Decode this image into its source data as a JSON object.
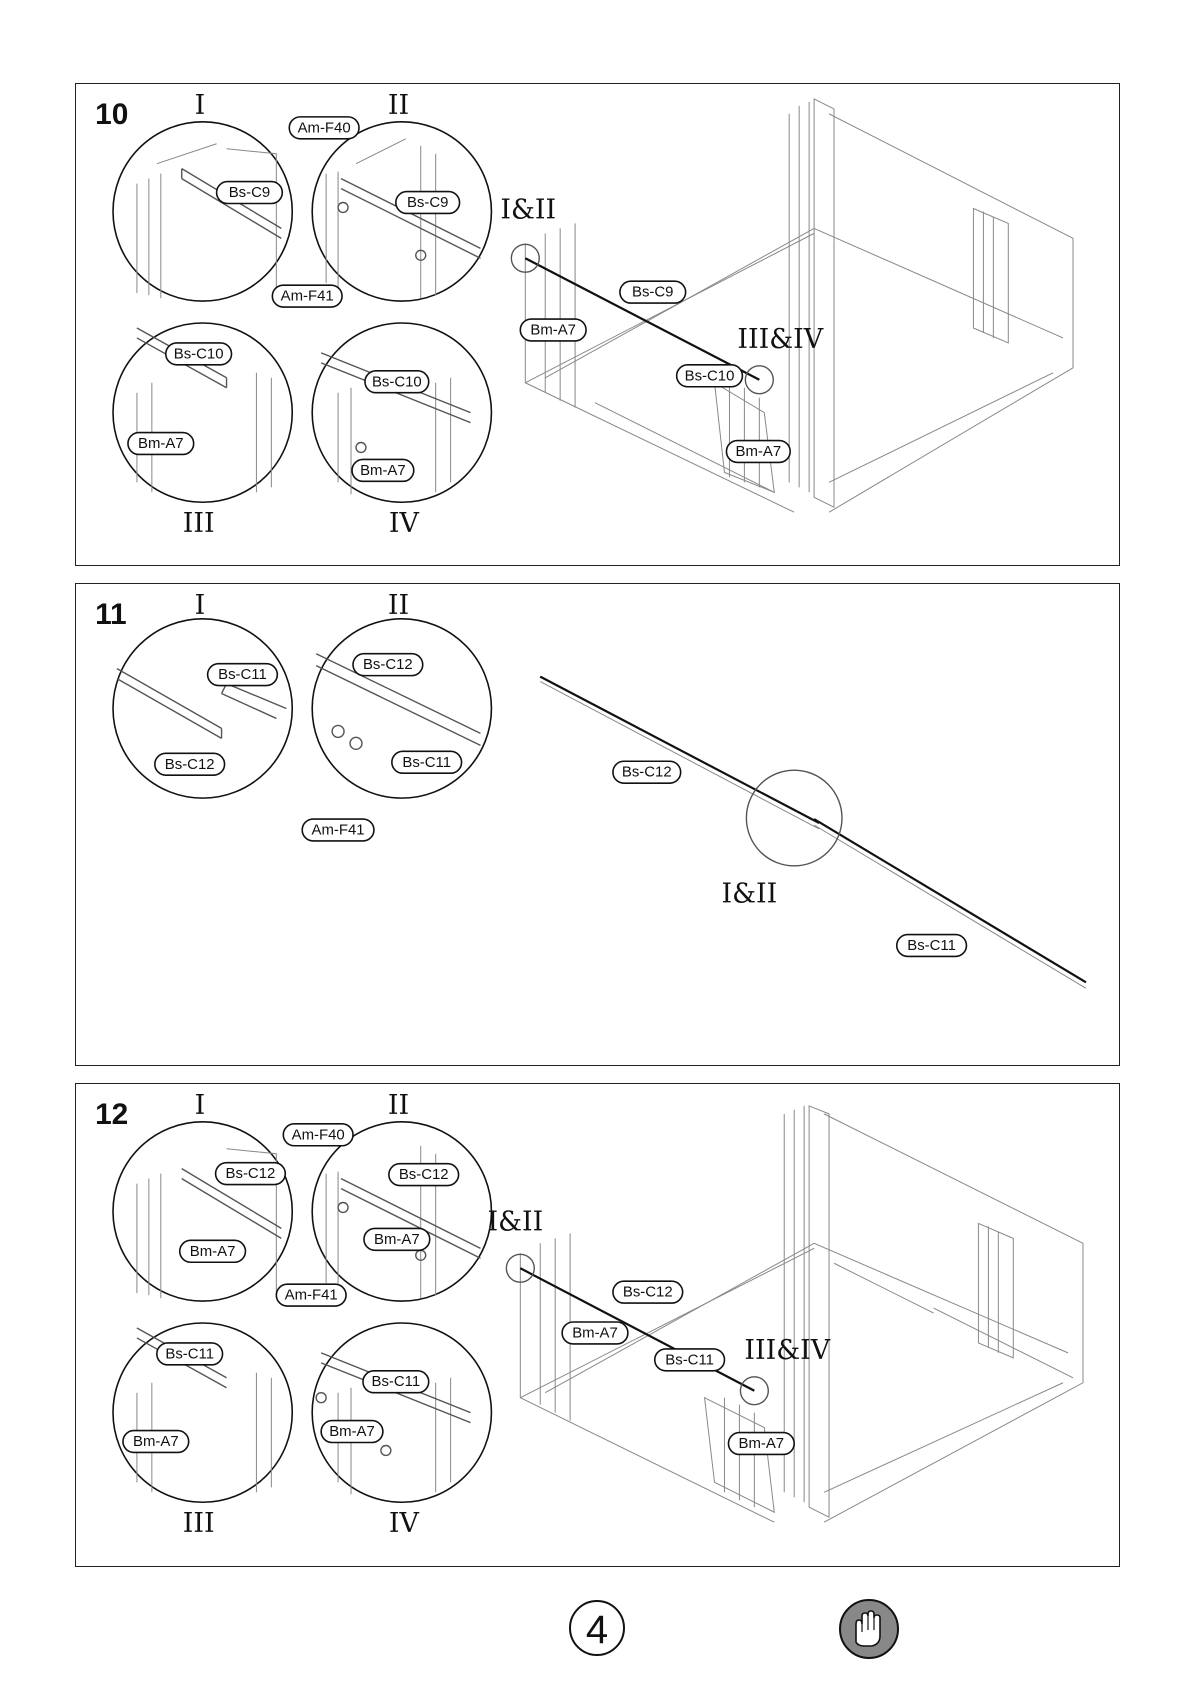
{
  "step10": {
    "number": "10",
    "roman": {
      "i": "I",
      "ii": "II",
      "iii": "III",
      "iv": "IV",
      "i_ii": "I&II",
      "iii_iv": "III&IV"
    },
    "labels": {
      "i_bs_c9": "Bs-C9",
      "ii_am_f40": "Am-F40",
      "ii_bs_c9": "Bs-C9",
      "ii_am_f41": "Am-F41",
      "iii_bs_c10": "Bs-C10",
      "iii_bm_a7": "Bm-A7",
      "iv_bs_c10": "Bs-C10",
      "iv_bm_a7": "Bm-A7",
      "main_bs_c9": "Bs-C9",
      "main_bm_a7_left": "Bm-A7",
      "main_bs_c10": "Bs-C10",
      "main_bm_a7_right": "Bm-A7"
    }
  },
  "step11": {
    "number": "11",
    "roman": {
      "i": "I",
      "ii": "II",
      "i_ii": "I&II"
    },
    "labels": {
      "i_bs_c11": "Bs-C11",
      "i_bs_c12": "Bs-C12",
      "ii_bs_c12": "Bs-C12",
      "ii_bs_c11": "Bs-C11",
      "ii_am_f41": "Am-F41",
      "main_bs_c12": "Bs-C12",
      "main_bs_c11": "Bs-C11"
    }
  },
  "step12": {
    "number": "12",
    "roman": {
      "i": "I",
      "ii": "II",
      "iii": "III",
      "iv": "IV",
      "i_ii": "I&II",
      "iii_iv": "III&IV"
    },
    "labels": {
      "i_bs_c12": "Bs-C12",
      "i_bm_a7": "Bm-A7",
      "ii_am_f40": "Am-F40",
      "ii_bs_c12": "Bs-C12",
      "ii_bm_a7": "Bm-A7",
      "ii_am_f41": "Am-F41",
      "iii_bs_c11": "Bs-C11",
      "iii_bm_a7": "Bm-A7",
      "iv_bs_c11": "Bs-C11",
      "iv_bm_a7": "Bm-A7",
      "main_bs_c12": "Bs-C12",
      "main_bm_a7_left": "Bm-A7",
      "main_bs_c11": "Bs-C11",
      "main_bm_a7_right": "Bm-A7"
    }
  },
  "footer": {
    "page_number": "4",
    "icon": "gloves-icon"
  }
}
